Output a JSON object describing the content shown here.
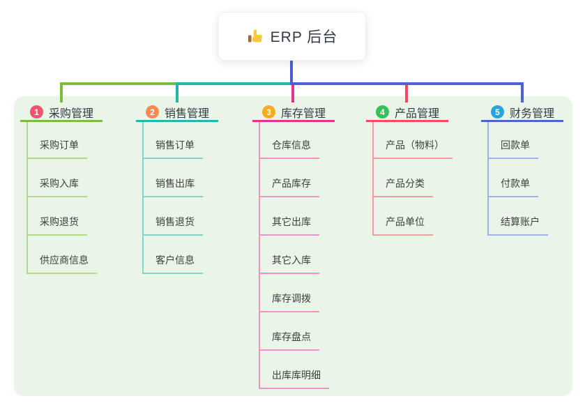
{
  "root": {
    "title": "ERP 后台",
    "icon": "thumbs-up",
    "connector_color": "#4a5ed0"
  },
  "panel": {
    "background": "#e9f6e7"
  },
  "branches": [
    {
      "number": "1",
      "title": "采购管理",
      "badge_color": "#f4516c",
      "line_color": "#7cbb3f",
      "child_line_color": "#b2d98a",
      "children": [
        "采购订单",
        "采购入库",
        "采购退货",
        "供应商信息"
      ]
    },
    {
      "number": "2",
      "title": "销售管理",
      "badge_color": "#fd8a4e",
      "line_color": "#23b6aa",
      "child_line_color": "#86d2ca",
      "children": [
        "销售订单",
        "销售出库",
        "销售退货",
        "客户信息"
      ]
    },
    {
      "number": "3",
      "title": "库存管理",
      "badge_color": "#fbab1d",
      "line_color": "#e5338c",
      "child_line_color": "#f293c5",
      "children": [
        "仓库信息",
        "产品库存",
        "其它出库",
        "其它入库",
        "库存调拨",
        "库存盘点",
        "出库库明细"
      ]
    },
    {
      "number": "4",
      "title": "产品管理",
      "badge_color": "#33c159",
      "line_color": "#f8485e",
      "child_line_color": "#f9999f",
      "children": [
        "产品（物料）",
        "产品分类",
        "产品单位"
      ]
    },
    {
      "number": "5",
      "title": "财务管理",
      "badge_color": "#2aa4db",
      "line_color": "#4a64d0",
      "child_line_color": "#9fb1e8",
      "children": [
        "回款单",
        "付款单",
        "结算账户"
      ]
    }
  ]
}
